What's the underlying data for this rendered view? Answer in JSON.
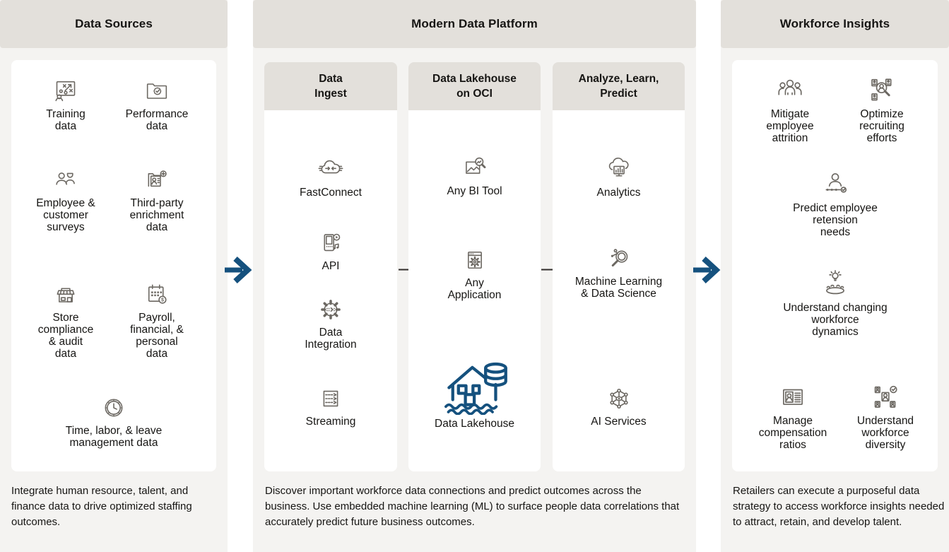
{
  "palette": {
    "header_band": "#E3E0DB",
    "column_bg": "#F4F3F1",
    "card_bg": "#FFFFFF",
    "text": "#161513",
    "icon_stroke": "#6C6862",
    "accent_blue": "#15517E"
  },
  "sources": {
    "title": "Data Sources",
    "items": [
      {
        "icon": "training-data-icon",
        "label": "Training\ndata"
      },
      {
        "icon": "performance-data-icon",
        "label": "Performance\ndata"
      },
      {
        "icon": "employee-customer-surveys-icon",
        "label": "Employee &\ncustomer\nsurveys"
      },
      {
        "icon": "third-party-enrichment-data-icon",
        "label": "Third-party\nenrichment\ndata"
      },
      {
        "icon": "store-compliance-audit-data-icon",
        "label": "Store\ncompliance\n& audit\ndata"
      },
      {
        "icon": "payroll-financial-personal-data-icon",
        "label": "Payroll,\nfinancial, &\npersonal\ndata"
      },
      {
        "icon": "time-labor-leave-management-data-icon",
        "label": "Time, labor, & leave\nmanagement data"
      }
    ],
    "description": "Integrate human resource, talent, and finance data to drive optimized staffing outcomes."
  },
  "platform": {
    "title": "Modern Data Platform",
    "groups": [
      {
        "title": "Data\nIngest",
        "items": [
          {
            "icon": "fastconnect-icon",
            "label": "FastConnect"
          },
          {
            "icon": "api-icon",
            "label": "API"
          },
          {
            "icon": "data-integration-icon",
            "label": "Data\nIntegration"
          },
          {
            "icon": "streaming-icon",
            "label": "Streaming"
          }
        ]
      },
      {
        "title": "Data Lakehouse\non OCI",
        "items": [
          {
            "icon": "any-bi-tool-icon",
            "label": "Any BI Tool"
          },
          {
            "icon": "any-application-icon",
            "label": "Any\nApplication"
          },
          {
            "icon": "data-lakehouse-icon",
            "label": "Data Lakehouse"
          }
        ]
      },
      {
        "title": "Analyze, Learn,\nPredict",
        "items": [
          {
            "icon": "analytics-icon",
            "label": "Analytics"
          },
          {
            "icon": "machine-learning-data-science-icon",
            "label": "Machine Learning\n& Data Science"
          },
          {
            "icon": "ai-services-icon",
            "label": "AI Services"
          }
        ]
      }
    ],
    "description": "Discover important workforce data connections and predict outcomes across the business. Use embedded machine learning (ML) to surface people data correlations that accurately predict future business outcomes."
  },
  "insights": {
    "title": "Workforce Insights",
    "items": [
      {
        "icon": "mitigate-employee-attrition-icon",
        "label": "Mitigate\nemployee\nattrition"
      },
      {
        "icon": "optimize-recruiting-efforts-icon",
        "label": "Optimize\nrecruiting\nefforts"
      },
      {
        "icon": "predict-employee-retension-needs-icon",
        "label": "Predict employee\nretension\nneeds"
      },
      {
        "icon": "understand-changing-workforce-dynamics-icon",
        "label": "Understand changing\nworkforce\ndynamics"
      },
      {
        "icon": "manage-compensation-ratios-icon",
        "label": "Manage\ncompensation\nratios"
      },
      {
        "icon": "understand-workforce-diversity-icon",
        "label": "Understand\nworkforce\ndiversity"
      }
    ],
    "description": "Retailers can execute a purposeful data strategy to access workforce insights needed to attract, retain, and develop talent."
  }
}
